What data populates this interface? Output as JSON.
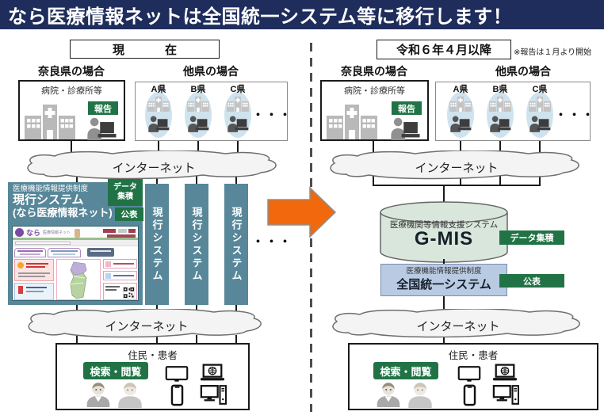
{
  "title": "なら医療情報ネットは全国統一システム等に移行します！",
  "left": {
    "period": "現　在",
    "nara_heading": "奈良県の場合",
    "other_heading": "他県の場合",
    "facility": "病院・診療所等",
    "report": "報告",
    "prefectures": [
      "A県",
      "B県",
      "C県"
    ],
    "dots": "・・・",
    "internet_top": "インターネット",
    "system_scheme": "医療機能情報提供制度",
    "system_name": "現行システム",
    "system_subname": "(なら医療情報ネット)",
    "data_badge": [
      "データ",
      "集積"
    ],
    "publish_badge": "公表",
    "bar_label": "現行システム",
    "bars_dots": "・・・",
    "internet_bottom": "インターネット",
    "residents": "住民・患者",
    "search_badge": "検索・閲覧"
  },
  "right": {
    "period": "令和６年４月以降",
    "note": "※報告は１月より開始",
    "nara_heading": "奈良県の場合",
    "other_heading": "他県の場合",
    "facility": "病院・診療所等",
    "report": "報告",
    "prefectures": [
      "A県",
      "B県",
      "C県"
    ],
    "dots": "・・・",
    "internet_top": "インターネット",
    "gmis_scheme": "医療機関等情報支援システム",
    "gmis_name": "G-MIS",
    "gmis_badge": "データ集積",
    "national_scheme": "医療機能情報提供制度",
    "national_name": "全国統一システム",
    "national_badge": "公表",
    "internet_bottom": "インターネット",
    "residents": "住民・患者",
    "search_badge": "検索・閲覧"
  },
  "website": {
    "logo": "なら",
    "logo_sub": "医療情報ネット"
  },
  "colors": {
    "navy": "#1f2d5c",
    "teal": "#578799",
    "green": "#217346",
    "orange": "#f2690d",
    "cylinder_fill": "#d9e6dc",
    "national_fill": "#b9cbe3",
    "ellipse_fill": "#cfe3ee"
  }
}
